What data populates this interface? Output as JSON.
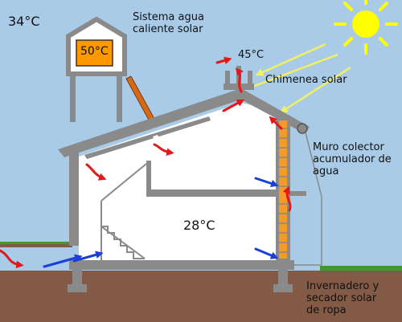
{
  "labels": {
    "outside_temp": "34°C",
    "solar_water_system": "Sistema agua\ncaliente solar",
    "tank_temp": "50°C",
    "chimney_temp": "45°C",
    "solar_chimney": "Chimenea solar",
    "collector_wall": "Muro colector\nacumulador de\nagua",
    "interior_temp": "28°C",
    "greenhouse": "Invernadero y\nsecador solar\nde ropa"
  },
  "colors": {
    "sky": "#a9cbe8",
    "ground": "#825a46",
    "grass": "#3f9a2a",
    "walls": "#8a8a8a",
    "interior": "#ffffff",
    "sun": "#ffff00",
    "tank": "#ff9900",
    "collector_panel": "#d76a18",
    "water_wall": "#f39a2a",
    "warm_air": "#e31919",
    "cool_air": "#1b3fd8",
    "sun_rays": "#f0f060"
  }
}
